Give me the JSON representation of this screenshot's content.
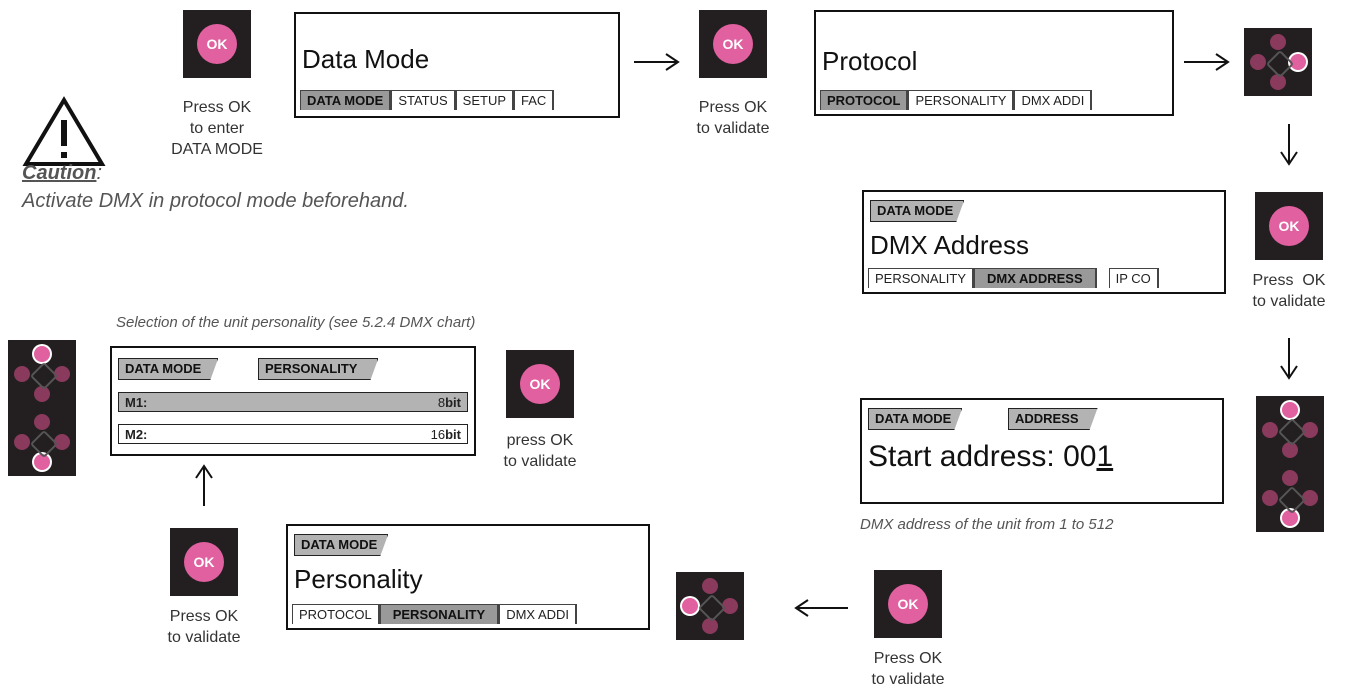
{
  "caution": {
    "title": "Caution",
    "colon": ":",
    "text": "Activate DMX in protocol mode beforehand."
  },
  "ok_label": "OK",
  "steps": {
    "s1_caption": [
      "Press OK",
      "to enter",
      "DATA MODE"
    ],
    "s2_caption": [
      "Press OK",
      "to validate"
    ],
    "s3_caption": [
      "Press  OK",
      "to validate"
    ],
    "s4_caption": [
      "Press OK",
      "to validate"
    ],
    "s5_caption": [
      "Press OK",
      "to validate"
    ],
    "s6_caption": [
      "press OK",
      "to validate"
    ]
  },
  "screen_data_mode": {
    "title": "Data Mode",
    "tabs": [
      "DATA MODE",
      "STATUS",
      "SETUP",
      "FAC"
    ]
  },
  "screen_protocol": {
    "title": "Protocol",
    "tabs": [
      "PROTOCOL",
      "PERSONALITY",
      "DMX ADDI"
    ]
  },
  "screen_dmx_address": {
    "crumb": "DATA MODE",
    "title": "DMX Address",
    "tabs": [
      "PERSONALITY",
      "DMX ADDRESS",
      "IP CO"
    ]
  },
  "screen_start_address": {
    "crumb1": "DATA MODE",
    "crumb2": "ADDRESS",
    "title_prefix": "Start address: 00",
    "title_cursor": "1",
    "note": "DMX address of the unit from 1 to 512"
  },
  "screen_personality": {
    "crumb": "DATA MODE",
    "title": "Personality",
    "tabs": [
      "PROTOCOL",
      "PERSONALITY",
      "DMX ADDI"
    ]
  },
  "screen_select_personality": {
    "note": "Selection of the unit personality (see 5.2.4 DMX chart)",
    "crumb1": "DATA MODE",
    "crumb2": "PERSONALITY",
    "rows": [
      {
        "label": "M1:",
        "num": "8",
        "unit": "bit"
      },
      {
        "label": "M2:",
        "num": "16",
        "unit": "bit"
      }
    ]
  },
  "colors": {
    "ok_pink": "#e060a0",
    "button_bg": "#231f20",
    "active_tab": "#999999"
  }
}
